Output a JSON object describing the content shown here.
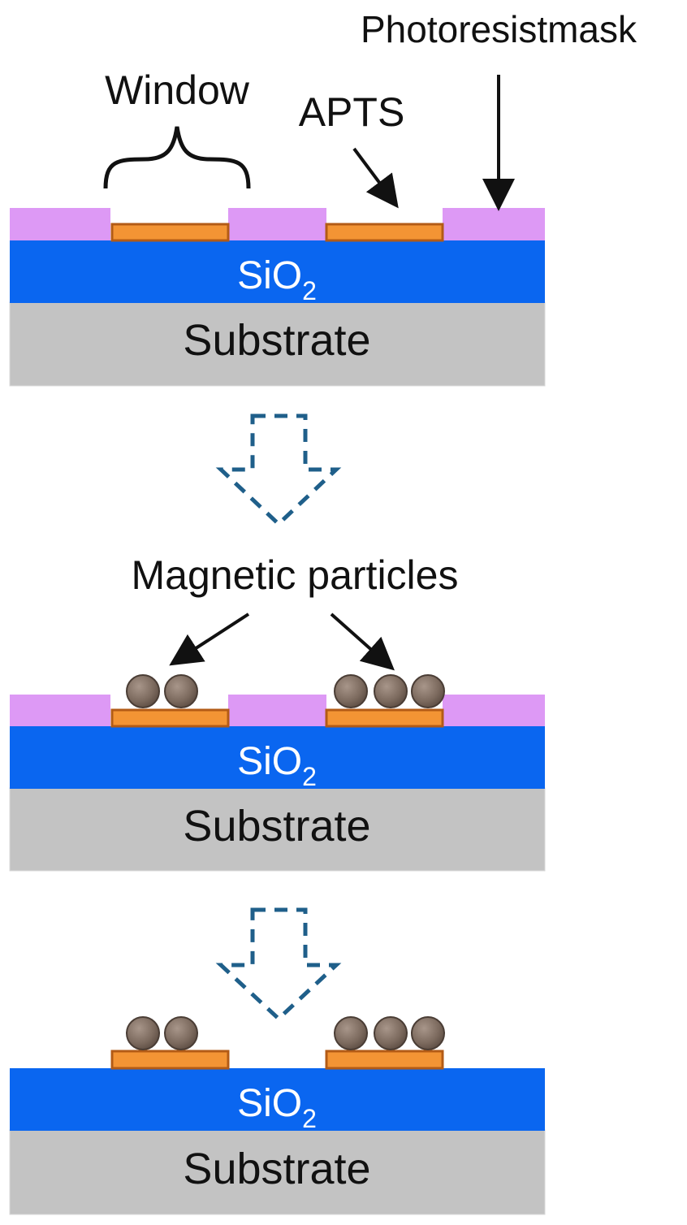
{
  "labels": {
    "photoresist_mask": "Photoresistmask",
    "window": "Window",
    "apts": "APTS",
    "magnetic_particles": "Magnetic particles"
  },
  "layers": {
    "oxide_main": "SiO",
    "oxide_sub": "2",
    "substrate": "Substrate"
  },
  "colors": {
    "photoresist": "#dd99f5",
    "apts": "#f39434",
    "apts_border": "#b35b16",
    "oxide": "#0a66f0",
    "substrate": "#c3c3c3",
    "particle": "#7c6a5e",
    "process_arrow": "#1f5f8a"
  },
  "icons": {
    "process_arrow": "dashed-down-arrow-icon",
    "pointer_arrow": "arrow-icon"
  }
}
